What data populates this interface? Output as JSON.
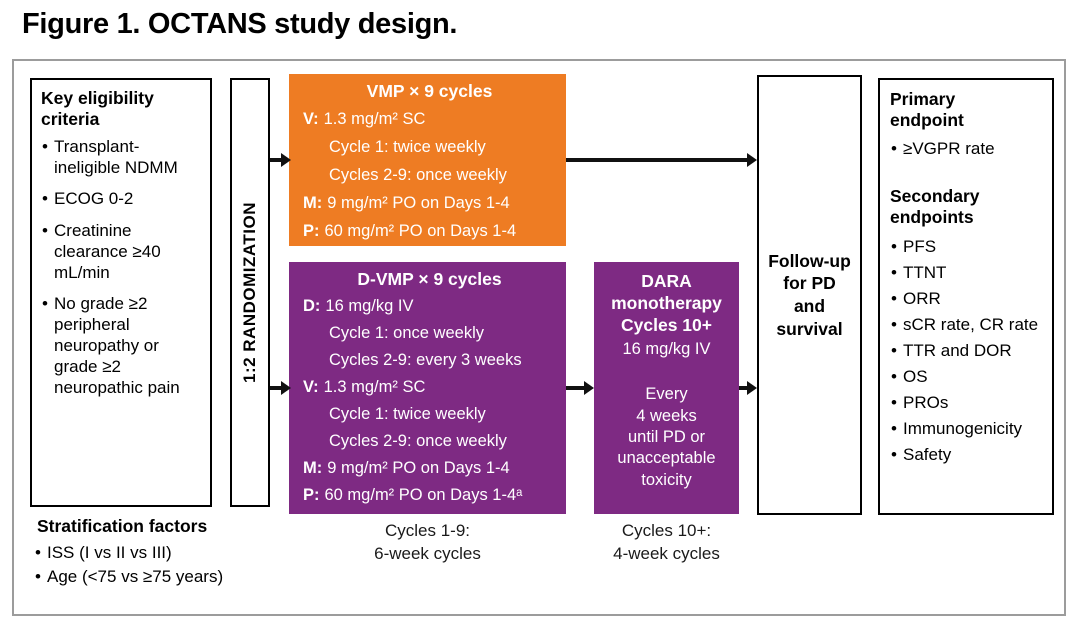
{
  "title": "Figure 1. OCTANS study design.",
  "colors": {
    "orange": "#EE7C23",
    "purple": "#7E2A83"
  },
  "eligibility": {
    "heading": "Key eligibility criteria",
    "items": [
      "Transplant-ineligible NDMM",
      "ECOG 0-2",
      "Creatinine clearance ≥40 mL/min",
      "No grade ≥2 peripheral neuropathy or grade ≥2 neuropathic pain"
    ]
  },
  "stratification": {
    "heading": "Stratification factors",
    "items": [
      "ISS (I vs II vs III)",
      "Age (<75 vs ≥75 years)"
    ]
  },
  "randomization": {
    "label": "1:2 RANDOMIZATION"
  },
  "vmp": {
    "title": "VMP × 9 cycles",
    "lines": [
      {
        "b": "V:",
        "t": "1.3 mg/m² SC"
      },
      {
        "t": "Cycle 1: twice weekly",
        "indent": true
      },
      {
        "t": "Cycles 2-9: once weekly",
        "indent": true
      },
      {
        "b": "M:",
        "t": "9 mg/m² PO on Days 1-4"
      },
      {
        "b": "P:",
        "t": "60 mg/m² PO on Days 1-4"
      }
    ]
  },
  "dvmp": {
    "title": "D-VMP × 9 cycles",
    "lines": [
      {
        "b": "D:",
        "t": "16 mg/kg IV"
      },
      {
        "t": "Cycle 1: once weekly",
        "indent": true
      },
      {
        "t": "Cycles 2-9: every 3 weeks",
        "indent": true
      },
      {
        "b": "V:",
        "t": "1.3 mg/m² SC"
      },
      {
        "t": "Cycle 1: twice weekly",
        "indent": true
      },
      {
        "t": "Cycles 2-9: once weekly",
        "indent": true
      },
      {
        "b": "M:",
        "t": "9 mg/m² PO on Days 1-4"
      },
      {
        "b": "P:",
        "t": "60 mg/m² PO on Days 1-4ᵃ"
      }
    ]
  },
  "dara": {
    "title": "DARA\nmonotherapy\nCycles 10+",
    "dose": "16 mg/kg IV",
    "schedule": "Every\n4 weeks\nuntil PD or\nunacceptable\ntoxicity"
  },
  "followup": {
    "label": "Follow-up\nfor PD\nand\nsurvival"
  },
  "endpoints": {
    "primary_heading": "Primary\nendpoint",
    "primary_items": [
      "≥VGPR rate"
    ],
    "secondary_heading": "Secondary\nendpoints",
    "secondary_items": [
      "PFS",
      "TTNT",
      "ORR",
      "sCR rate, CR rate",
      "TTR and DOR",
      "OS",
      "PROs",
      "Immunogenicity",
      "Safety"
    ]
  },
  "cycle_labels": {
    "dvmp_line1": "Cycles 1-9:",
    "dvmp_line2": "6-week cycles",
    "dara_line1": "Cycles 10+:",
    "dara_line2": "4-week cycles"
  }
}
